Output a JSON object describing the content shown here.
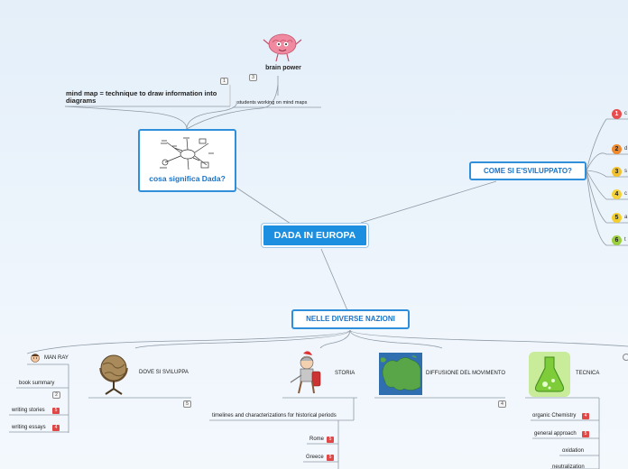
{
  "central": {
    "label": "DADA IN EUROPA"
  },
  "cosa": {
    "label": "cosa significa Dada?",
    "mind_map_text": "mind map = technique to draw information into diagrams",
    "mind_map_badge": "1",
    "brain_power": "brain power",
    "brain_badge": "3",
    "students": "students working on mind maps"
  },
  "come": {
    "label": "COME SI E'SVILUPPATO?",
    "items": [
      {
        "number": "1",
        "color": "#e84c4c",
        "letter": "c"
      },
      {
        "number": "2",
        "color": "#f0892a",
        "letter": "d"
      },
      {
        "number": "3",
        "color": "#f2c12e",
        "letter": "s"
      },
      {
        "number": "4",
        "color": "#f5d23a",
        "letter": "c"
      },
      {
        "number": "5",
        "color": "#f3cf2a",
        "letter": "a"
      },
      {
        "number": "6",
        "color": "#9ccf3c",
        "letter": "t"
      }
    ]
  },
  "nazioni": {
    "label": "NELLE DIVERSE NAZIONI",
    "man_ray": {
      "label": "MAN RAY",
      "book_summary": "book summary",
      "book_badge": "2",
      "writing_stories": "writing stories",
      "writing_stories_badge": "5",
      "writing_essays": "writing essays",
      "writing_essays_badge": "4"
    },
    "dove": {
      "label": "DOVE SI SVILUPPA",
      "badge": "5"
    },
    "storia": {
      "label": "STORIA",
      "timelines": "timelines and characterizations for historical periods",
      "rome": "Rome",
      "rome_badge": "5",
      "greece": "Greece",
      "greece_badge": "5"
    },
    "diffusione": {
      "label": "DIFFUSIONE DEL MOVIMENTO",
      "badge": "4"
    },
    "tecnica": {
      "label": "TECNICA",
      "organic": "organic Chemistry",
      "organic_badge": "4",
      "general": "general approach",
      "general_badge": "5",
      "oxidation": "oxidation",
      "neutralization": "neutralization"
    }
  }
}
